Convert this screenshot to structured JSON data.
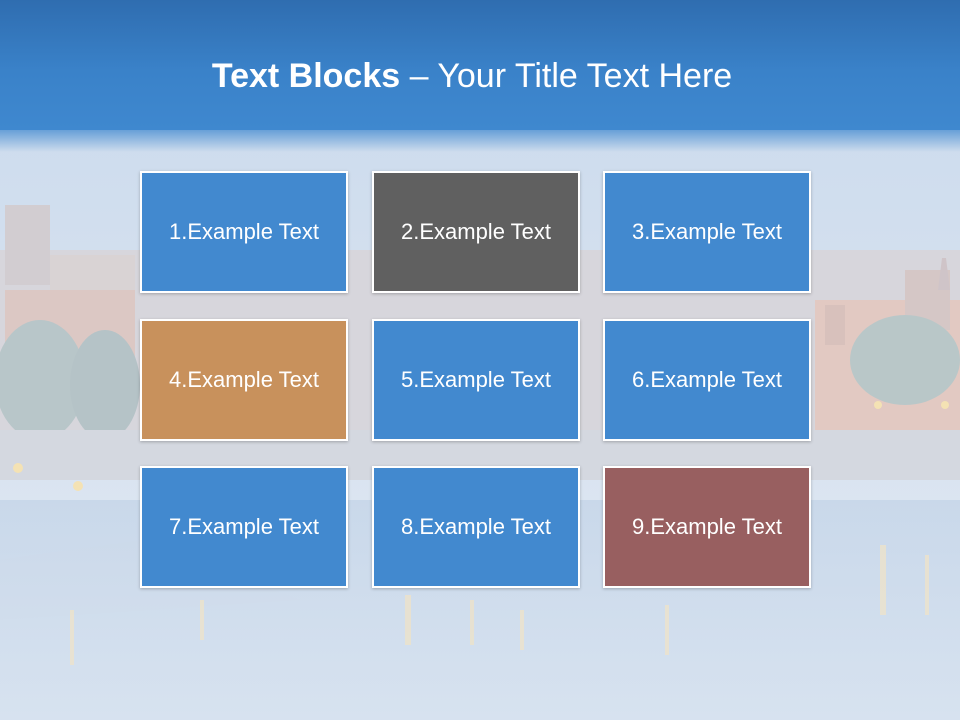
{
  "title": {
    "bold": "Text Blocks",
    "separator": " – ",
    "rest": "Your Title Text Here"
  },
  "colors": {
    "header": "#3a82c9",
    "block_blue": "#4289cf",
    "block_gray": "#606060",
    "block_orange": "#c8915c",
    "block_red": "#985f60"
  },
  "blocks": [
    {
      "label": "1.Example Text",
      "color": "#4289cf"
    },
    {
      "label": "2.Example Text",
      "color": "#606060"
    },
    {
      "label": "3.Example Text",
      "color": "#4289cf"
    },
    {
      "label": "4.Example Text",
      "color": "#c8915c"
    },
    {
      "label": "5.Example Text",
      "color": "#4289cf"
    },
    {
      "label": "6.Example Text",
      "color": "#4289cf"
    },
    {
      "label": "7.Example Text",
      "color": "#4289cf"
    },
    {
      "label": "8.Example Text",
      "color": "#4289cf"
    },
    {
      "label": "9.Example Text",
      "color": "#985f60"
    }
  ]
}
